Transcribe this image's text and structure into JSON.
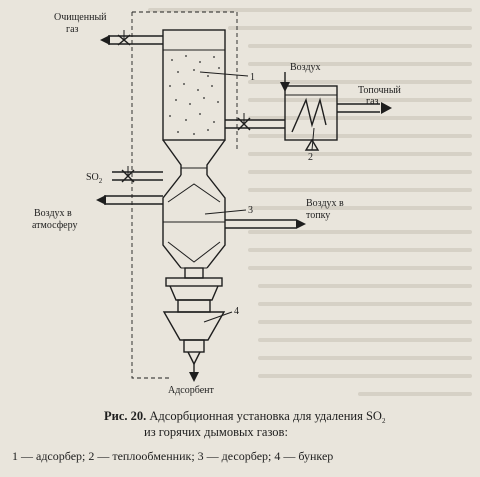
{
  "labels": {
    "clean_gas": [
      "Очищенный",
      "газ"
    ],
    "air_in": "Воздух",
    "flue_gas": [
      "Топочный",
      "газ"
    ],
    "so2": "SO",
    "so2_sub": "2",
    "air_out": [
      "Воздух в",
      "атмосферу"
    ],
    "air_to_furnace": [
      "Воздух в",
      "топку"
    ],
    "adsorbent": "Адсорбент"
  },
  "numbers": [
    "1",
    "2",
    "3",
    "4"
  ],
  "caption": {
    "prefix": "Рис. 20.",
    "title_main": " Адсорбционная установка для удаления SO",
    "title_sub": "2",
    "line2": "из горячих дымовых газов:"
  },
  "legend": "1 — адсорбер; 2 — теплообменник; 3 — десорбер; 4 — бункер"
}
